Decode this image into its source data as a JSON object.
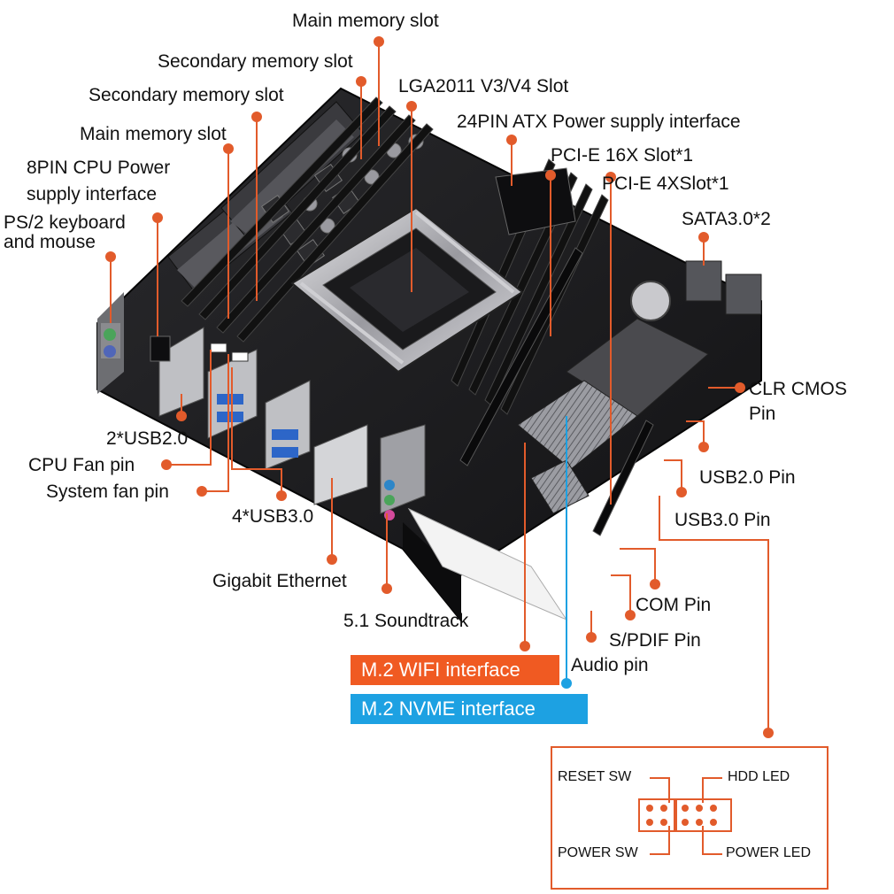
{
  "labels": {
    "main_memory_slot_top": "Main memory slot",
    "secondary_memory_slot_1": "Secondary memory slot",
    "secondary_memory_slot_2": "Secondary memory slot",
    "main_memory_slot_2": "Main memory slot",
    "cpu_power_line1": "8PIN CPU Power",
    "cpu_power_line2": "supply interface",
    "ps2_line1": "PS/2 keyboard",
    "ps2_line2": "and mouse",
    "lga": "LGA2011 V3/V4 Slot",
    "atx_power": "24PIN ATX Power supply interface",
    "pcie16": "PCI-E 16X Slot*1",
    "pcie4": "PCI-E 4XSlot*1",
    "sata": "SATA3.0*2",
    "clr_cmos_line1": "CLR CMOS",
    "clr_cmos_line2": "Pin",
    "usb2_pin": "USB2.0 Pin",
    "usb3_pin": "USB3.0 Pin",
    "com_pin": "COM Pin",
    "spdif_pin": "S/PDIF Pin",
    "audio_pin": "Audio pin",
    "usb2_rear": "2*USB2.0",
    "cpu_fan": "CPU Fan pin",
    "sys_fan": "System fan pin",
    "usb3_rear": "4*USB3.0",
    "gigabit": "Gigabit Ethernet",
    "soundtrack": "5.1 Soundtrack",
    "m2_wifi": "M.2 WIFI interface",
    "m2_nvme": "M.2 NVME interface"
  },
  "panel": {
    "reset_sw": "RESET SW",
    "hdd_led": "HDD  LED",
    "power_sw": "POWER SW",
    "power_led": "POWER LED"
  },
  "colors": {
    "accent": "#f05a22",
    "nvme": "#1da1e2",
    "board": "#1b1b1d",
    "leader": "#e25b2b"
  }
}
